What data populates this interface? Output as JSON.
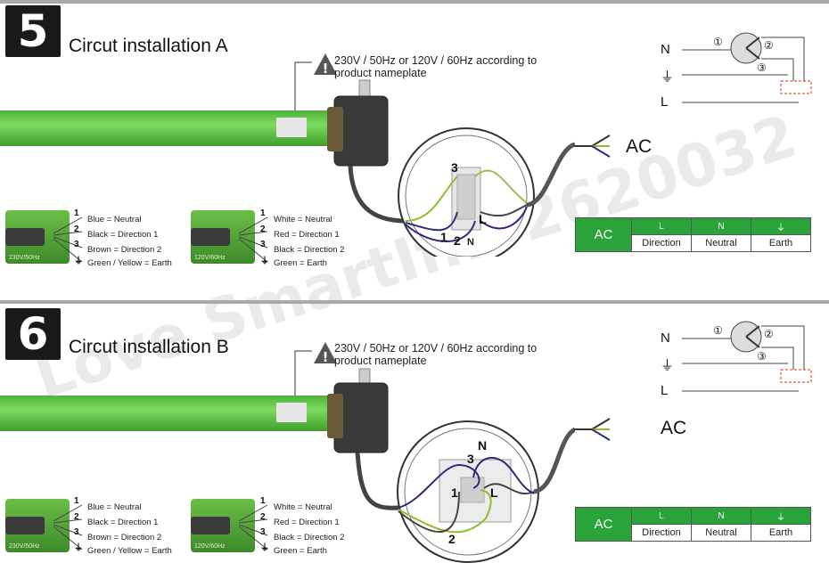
{
  "panels": [
    {
      "step": "5",
      "title": "Circut installation A",
      "warning": "230V / 50Hz or 120V / 60Hz according to product nameplate",
      "motor_230_caption": "230V/50Hz",
      "motor_120_caption": "120V/60Hz",
      "legend_230": [
        {
          "num": "1",
          "text": "Blue = Neutral"
        },
        {
          "num": "2",
          "text": "Black = Direction 1"
        },
        {
          "num": "3",
          "text": "Brown = Direction 2"
        },
        {
          "num": "⏚",
          "text": "Green / Yellow = Earth"
        }
      ],
      "legend_120": [
        {
          "num": "1",
          "text": "White = Neutral"
        },
        {
          "num": "2",
          "text": "Red = Direction 1"
        },
        {
          "num": "3",
          "text": "Black = Direction 2"
        },
        {
          "num": "⏚",
          "text": "Green = Earth"
        }
      ],
      "ac_label": "AC",
      "switch": {
        "n": "N",
        "earth": "⏚",
        "l": "L",
        "c1": "①",
        "c2": "②",
        "c3": "③"
      },
      "box_labels": {
        "t1": "1",
        "t2": "2",
        "t3": "3",
        "l": "L",
        "n": "N"
      },
      "table": {
        "ac": "AC",
        "h1": "L",
        "h2": "N",
        "h3": "⏚",
        "v1": "Direction",
        "v2": "Neutral",
        "v3": "Earth"
      }
    },
    {
      "step": "6",
      "title": "Circut installation B",
      "warning": "230V / 50Hz or 120V / 60Hz according to product nameplate",
      "motor_230_caption": "230V/50Hz",
      "motor_120_caption": "120V/60Hz",
      "legend_230": [
        {
          "num": "1",
          "text": "Blue = Neutral"
        },
        {
          "num": "2",
          "text": "Black = Direction 1"
        },
        {
          "num": "3",
          "text": "Brown = Direction 2"
        },
        {
          "num": "⏚",
          "text": "Green / Yellow = Earth"
        }
      ],
      "legend_120": [
        {
          "num": "1",
          "text": "White = Neutral"
        },
        {
          "num": "2",
          "text": "Red = Direction 1"
        },
        {
          "num": "3",
          "text": "Black = Direction 2"
        },
        {
          "num": "⏚",
          "text": "Green = Earth"
        }
      ],
      "ac_label": "AC",
      "switch": {
        "n": "N",
        "earth": "⏚",
        "l": "L",
        "c1": "①",
        "c2": "②",
        "c3": "③"
      },
      "box_labels": {
        "t1": "1",
        "t2": "2",
        "t3": "3",
        "l": "L",
        "n": "N"
      },
      "table": {
        "ac": "AC",
        "h1": "L",
        "h2": "N",
        "h3": "⏚",
        "v1": "Direction",
        "v2": "Neutral",
        "v3": "Earth"
      }
    }
  ],
  "watermark": "Love SmartIf... 2620032",
  "colors": {
    "tube": "#5fc948",
    "table_green": "#29a33a",
    "separator": "#a9a9a9"
  }
}
